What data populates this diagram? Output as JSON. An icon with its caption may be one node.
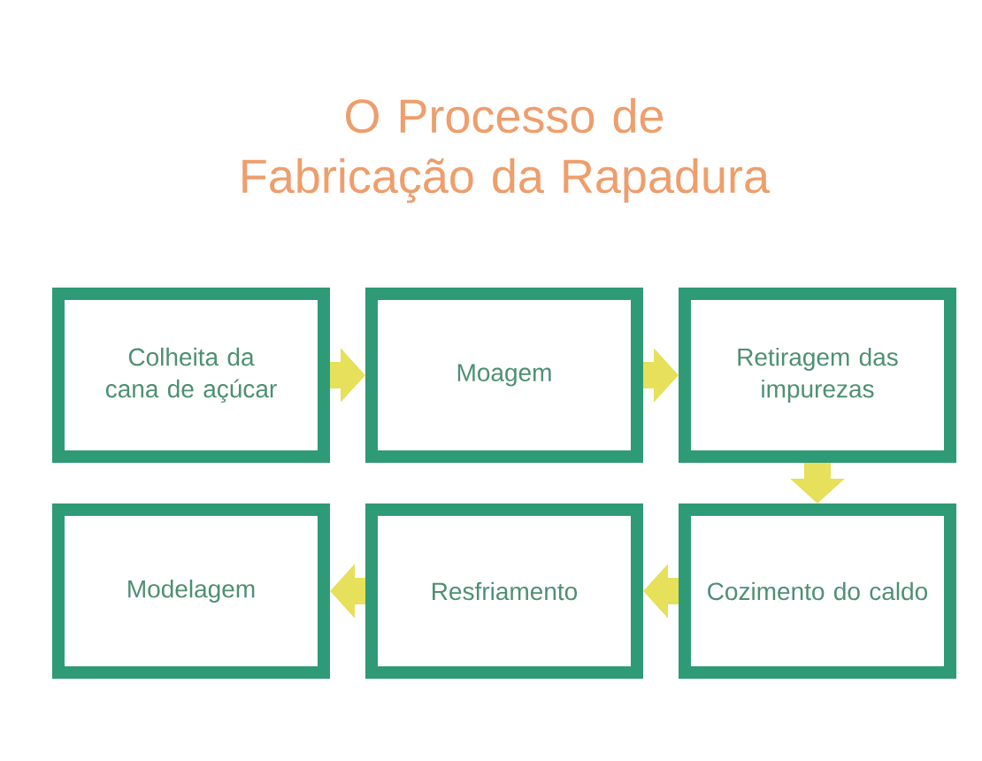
{
  "diagram": {
    "title": "O Processo de Fabricação da Rapadura",
    "nodes": [
      {
        "text": [
          "Colheita da cana de açúcar"
        ]
      },
      {
        "text": [
          "Moagem"
        ]
      },
      {
        "text": [
          "Retiragem das impurezas"
        ]
      },
      {
        "text": [
          "Cozimento do caldo"
        ]
      },
      {
        "text": [
          "Resfriamento"
        ]
      },
      {
        "text": [
          "Modelagem"
        ]
      }
    ],
    "edges": [
      {
        "from": 0,
        "to": 1,
        "arrow": "to"
      },
      {
        "from": 1,
        "to": 2,
        "arrow": "to"
      },
      {
        "from": 2,
        "to": 3,
        "arrow": "to"
      },
      {
        "from": 3,
        "to": 4,
        "arrow": "to"
      },
      {
        "from": 4,
        "to": 5,
        "arrow": "to"
      }
    ]
  }
}
